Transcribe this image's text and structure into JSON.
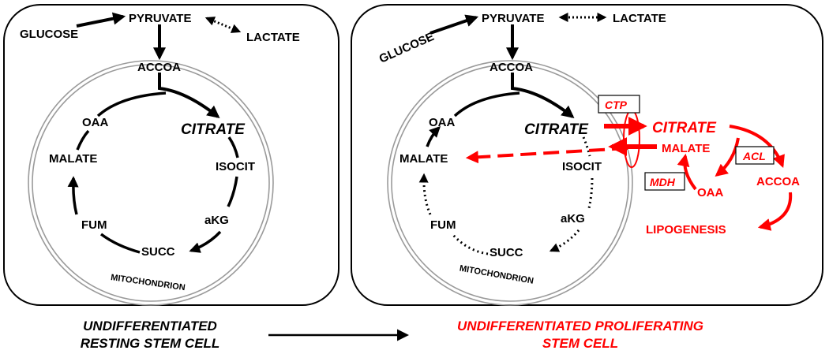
{
  "colors": {
    "ink": "#000000",
    "accent": "#ff0000",
    "membrane": "#999999"
  },
  "resting": {
    "glucose": "GLUCOSE",
    "pyruvate": "PYRUVATE",
    "lactate": "LACTATE",
    "accoa": "ACCOA",
    "citrate": "CITRATE",
    "isocit": "ISOCIT",
    "akg": "aKG",
    "succ": "SUCC",
    "fum": "FUM",
    "malate": "MALATE",
    "oaa": "OAA",
    "mitochondrion": "MITOCHONDRION",
    "caption_line1": "UNDIFFERENTIATED",
    "caption_line2": "RESTING STEM CELL"
  },
  "proliferating": {
    "glucose": "GLUCOSE",
    "pyruvate": "PYRUVATE",
    "lactate": "LACTATE",
    "accoa": "ACCOA",
    "citrate": "CITRATE",
    "isocit": "ISOCIT",
    "akg": "aKG",
    "succ": "SUCC",
    "fum": "FUM",
    "malate": "MALATE",
    "oaa": "OAA",
    "mitochondrion": "MITOCHONDRION",
    "ctp": "CTP",
    "cyto_citrate": "CITRATE",
    "cyto_malate": "MALATE",
    "acl": "ACL",
    "mdh": "MDH",
    "cyto_oaa": "OAA",
    "cyto_accoa": "ACCOA",
    "lipogenesis": "LIPOGENESIS",
    "caption_line1": "UNDIFFERENTIATED PROLIFERATING",
    "caption_line2": "STEM CELL"
  }
}
